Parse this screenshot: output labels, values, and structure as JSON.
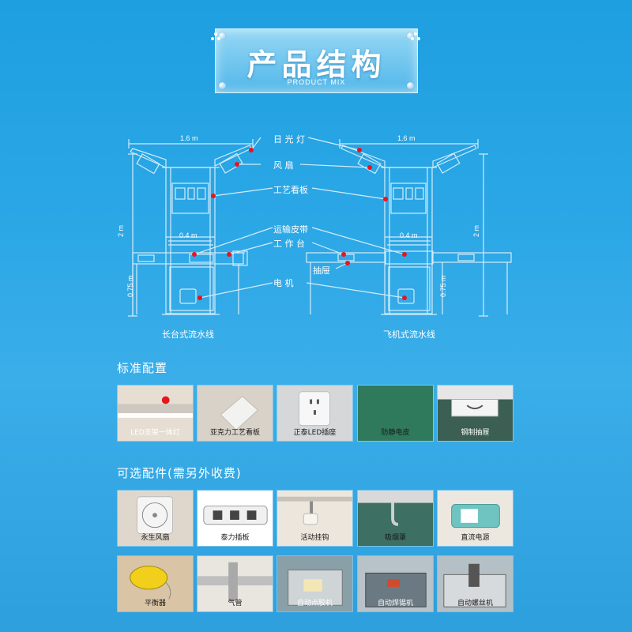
{
  "header": {
    "title": "产品结构",
    "subtitle": "PRODUCT MIX"
  },
  "diagram": {
    "callouts": [
      "日 光 灯",
      "风    扇",
      "工艺看板",
      "运输皮带",
      "工 作 台",
      "抽屉",
      "电    机"
    ],
    "dimensions": {
      "width_left": "1.6 m",
      "width_right": "1.6 m",
      "belt_left": "0.4 m",
      "belt_right": "0.4 m",
      "height_left": "2 m",
      "height_right": "2 m",
      "table_left": "0.75 m",
      "table_right": "0.75 m"
    },
    "captions": {
      "left": "长台式流水线",
      "right": "飞机式流水线"
    },
    "marker_color": "#e8141c"
  },
  "standard": {
    "title": "标准配置",
    "items": [
      {
        "label": "LED支架一体灯"
      },
      {
        "label": "亚克力工艺看板"
      },
      {
        "label": "正泰LED插座"
      },
      {
        "label": "防静电皮"
      },
      {
        "label": "钢制抽屉"
      }
    ]
  },
  "optional": {
    "title": "可选配件(需另外收费)",
    "row1": [
      {
        "label": "永生风扇"
      },
      {
        "label": "泰力插板"
      },
      {
        "label": "活动挂钩"
      },
      {
        "label": "吸烟罩"
      },
      {
        "label": "直流电源"
      }
    ],
    "row2": [
      {
        "label": "平衡器"
      },
      {
        "label": "气管"
      },
      {
        "label": "自动点胶机"
      },
      {
        "label": "自动焊锡机"
      },
      {
        "label": "自动螺丝机"
      }
    ]
  },
  "colors": {
    "background": "#2ba7e6",
    "line": "#cfeaf8",
    "marker": "#e8141c"
  }
}
